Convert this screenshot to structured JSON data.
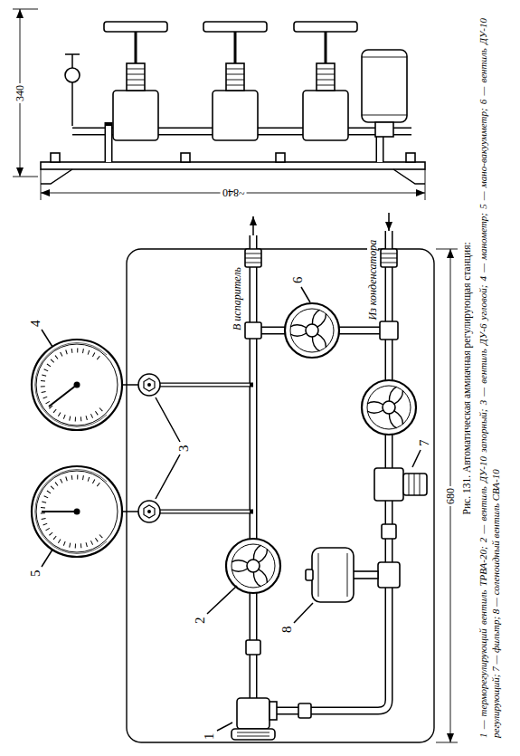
{
  "diagram": {
    "title": "Рис. 131. Автоматическая аммиачная регулирующая станция:",
    "caption": "1 — терморегулирующий вентиль ТРВА-20; 2 — вентиль ДУ-10 запорный; 3 — вентиль ДУ-6 угловой; 4 — манометр; 5 — мано-вакуумметр; 6 — вентиль ДУ-10 регулирующий; 7 — фильтр; 8 — соленоидный вентиль СВА-10",
    "labels": [
      "1",
      "2",
      "3",
      "4",
      "5",
      "6",
      "7",
      "8",
      "В испаритель",
      "Из конденсатора",
      "680",
      "340",
      "~840"
    ]
  }
}
